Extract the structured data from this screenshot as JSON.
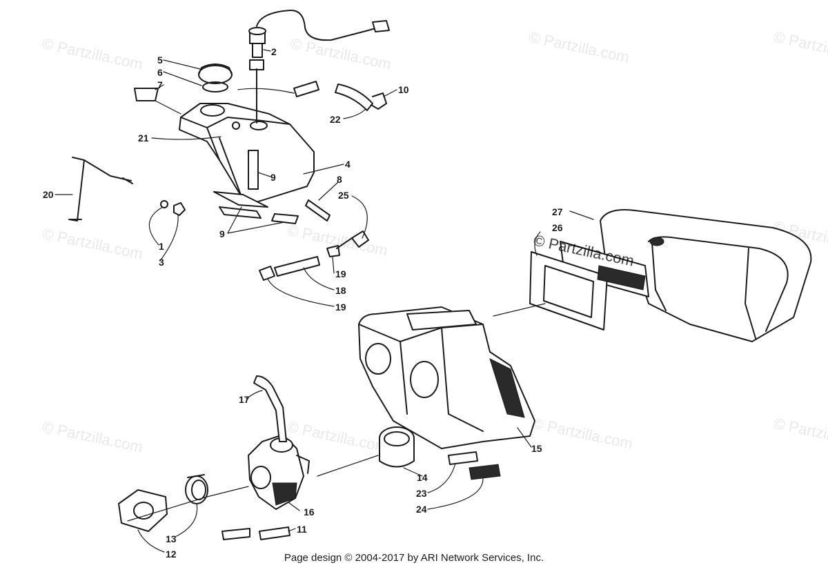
{
  "watermark": {
    "text": "© Partzilla.com"
  },
  "callouts": {
    "c1": "1",
    "c2": "2",
    "c3": "3",
    "c4": "4",
    "c5": "5",
    "c6": "6",
    "c7": "7",
    "c8": "8",
    "c9a": "9",
    "c9b": "9",
    "c10": "10",
    "c11": "11",
    "c12": "12",
    "c13": "13",
    "c14": "14",
    "c15": "15",
    "c16": "16",
    "c17": "17",
    "c18": "18",
    "c19a": "19",
    "c19b": "19",
    "c20": "20",
    "c21": "21",
    "c22": "22",
    "c23": "23",
    "c24": "24",
    "c25": "25",
    "c26": "26",
    "c27": "27"
  },
  "footer": {
    "text": "Page design © 2004-2017 by ARI Network Services, Inc."
  }
}
